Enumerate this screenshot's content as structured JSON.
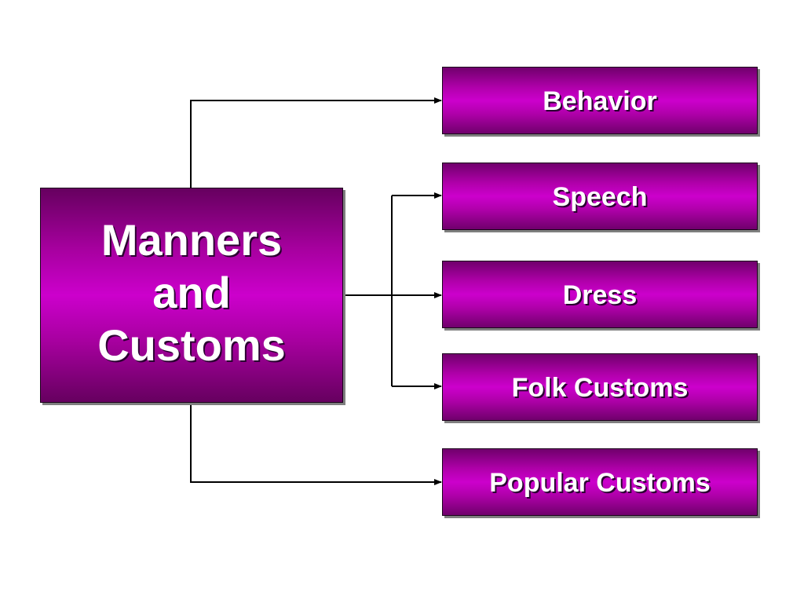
{
  "diagram": {
    "root": {
      "lines": [
        "Manners",
        "and",
        "Customs"
      ]
    },
    "branches": [
      {
        "label": "Behavior"
      },
      {
        "label": "Speech"
      },
      {
        "label": "Dress"
      },
      {
        "label": "Folk Customs"
      },
      {
        "label": "Popular Customs"
      }
    ],
    "colors": {
      "box_fill": "#cc00cc",
      "box_dark": "#66005f",
      "text": "#ffffff",
      "connector": "#000000"
    }
  }
}
